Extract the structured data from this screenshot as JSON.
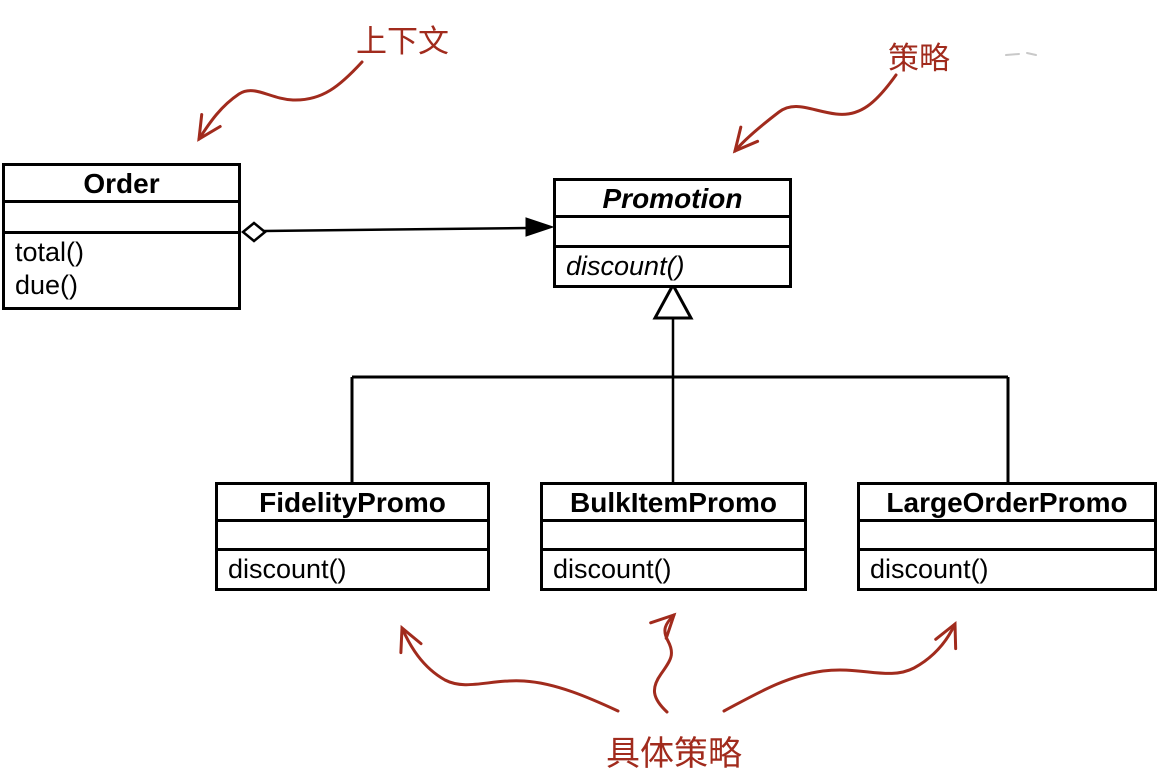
{
  "diagram": {
    "title": "Strategy pattern UML class diagram",
    "classes": {
      "order": {
        "name": "Order",
        "attributes": [],
        "methods": [
          "total()",
          "due()"
        ],
        "abstract": false
      },
      "promotion": {
        "name": "Promotion",
        "attributes": [],
        "methods": [
          "discount()"
        ],
        "abstract": true
      },
      "fidelity": {
        "name": "FidelityPromo",
        "attributes": [],
        "methods": [
          "discount()"
        ],
        "abstract": false
      },
      "bulkitem": {
        "name": "BulkItemPromo",
        "attributes": [],
        "methods": [
          "discount()"
        ],
        "abstract": false
      },
      "largeorder": {
        "name": "LargeOrderPromo",
        "attributes": [],
        "methods": [
          "discount()"
        ],
        "abstract": false
      }
    },
    "relationships": [
      {
        "type": "aggregation",
        "from": "Order",
        "to": "Promotion"
      },
      {
        "type": "inheritance",
        "from": "FidelityPromo",
        "to": "Promotion"
      },
      {
        "type": "inheritance",
        "from": "BulkItemPromo",
        "to": "Promotion"
      },
      {
        "type": "inheritance",
        "from": "LargeOrderPromo",
        "to": "Promotion"
      }
    ],
    "annotations": {
      "context": "上下文",
      "strategy": "策略",
      "concrete": "具体策略"
    },
    "colors": {
      "annotation": "#A12B1D",
      "line": "#000000",
      "background": "#ffffff"
    }
  }
}
